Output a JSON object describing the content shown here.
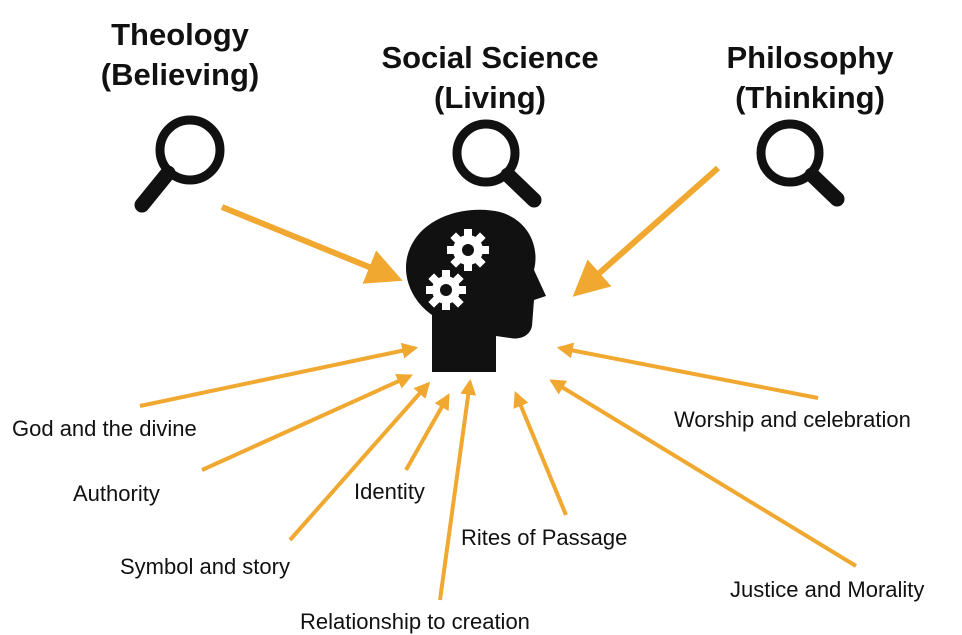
{
  "headings": {
    "theology": {
      "line1": "Theology",
      "line2": "(Believing)"
    },
    "social_science": {
      "line1": "Social Science",
      "line2": "(Living)"
    },
    "philosophy": {
      "line1": "Philosophy",
      "line2": "(Thinking)"
    }
  },
  "labels": {
    "god": "God and the divine",
    "authority": "Authority",
    "identity": "Identity",
    "rites": "Rites of Passage",
    "worship": "Worship and celebration",
    "symbol": "Symbol and story",
    "justice": "Justice and Morality",
    "relationship": "Relationship to creation"
  },
  "icons": {
    "magnifier": "magnifying-glass-icon",
    "head": "head-with-gears-icon"
  },
  "colors": {
    "arrow": "#F0A830",
    "icon": "#111111"
  }
}
